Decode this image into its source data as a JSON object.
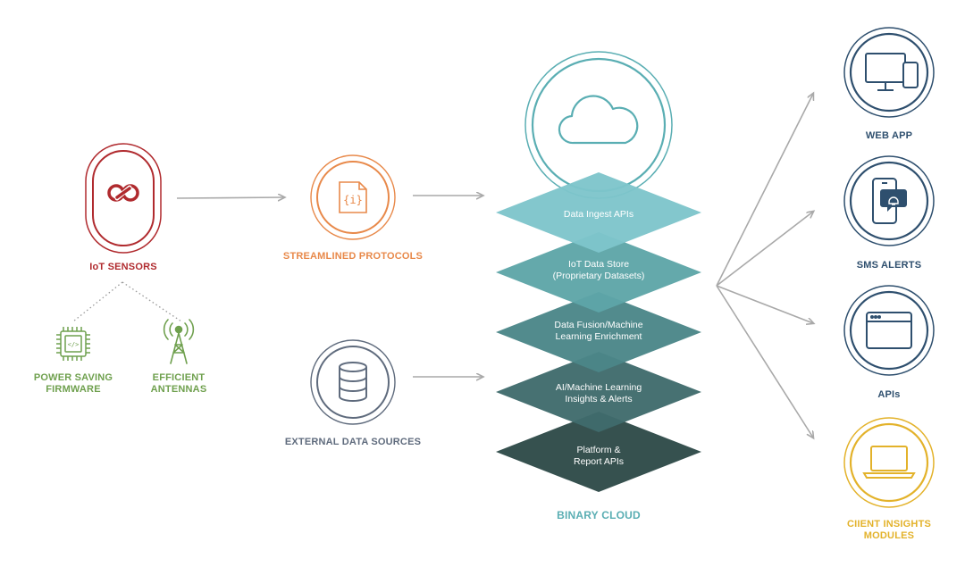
{
  "colors": {
    "iot": "#b02a2e",
    "protocols": "#e8894a",
    "green": "#6fa04e",
    "external": "#5f6b7d",
    "cloud_ring": "#5aaeb3",
    "binary": "#5aaeb3",
    "output_blue": "#2e4f6e",
    "client": "#e3b22a",
    "arrow": "#a9a9a9"
  },
  "nodes": {
    "iot_sensors": "IoT SENSORS",
    "power_saving_1": "POWER SAVING",
    "power_saving_2": "FIRMWARE",
    "efficient_1": "EFFICIENT",
    "efficient_2": "ANTENNAS",
    "protocols": "STREAMLINED PROTOCOLS",
    "external": "EXTERNAL DATA SOURCES",
    "binary_cloud": "BINARY CLOUD"
  },
  "stack_layers": [
    {
      "line1": "Data Ingest APIs",
      "line2": "",
      "color": "#7ec5cb"
    },
    {
      "line1": "IoT Data Store",
      "line2": "(Proprietary Datasets)",
      "color": "#5ea5a8"
    },
    {
      "line1": "Data Fusion/Machine",
      "line2": "Learning Enrichment",
      "color": "#4b8688"
    },
    {
      "line1": "AI/Machine Learning",
      "line2": "Insights & Alerts",
      "color": "#3f6b6c"
    },
    {
      "line1": "Platform &",
      "line2": "Report APIs",
      "color": "#2e4a48"
    }
  ],
  "outputs": [
    {
      "label_1": "WEB APP",
      "label_2": "",
      "icon": "desktop-mobile-icon"
    },
    {
      "label_1": "SMS ALERTS",
      "label_2": "",
      "icon": "phone-alert-icon"
    },
    {
      "label_1": "APIs",
      "label_2": "",
      "icon": "browser-window-icon"
    },
    {
      "label_1": "CIIENT INSIGHTS",
      "label_2": "MODULES",
      "icon": "laptop-icon"
    }
  ],
  "icons": {
    "iot": "infinity-link-icon",
    "protocols": "json-document-icon",
    "external": "database-icon",
    "cloud": "cloud-icon",
    "firmware": "chip-icon",
    "antenna": "antenna-tower-icon"
  }
}
